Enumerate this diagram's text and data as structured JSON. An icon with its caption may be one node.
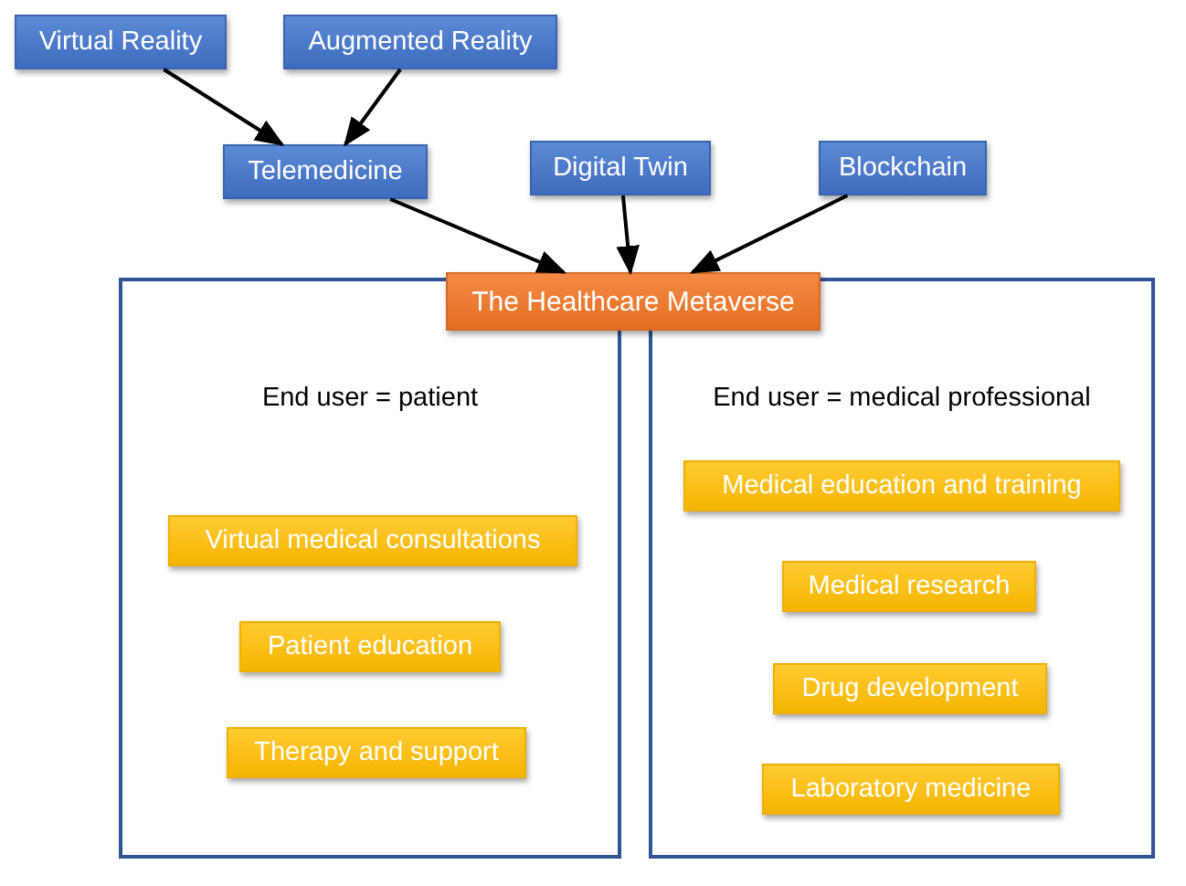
{
  "diagram": {
    "nodes": [
      {
        "text": [
          "Virtual Reality"
        ]
      },
      {
        "text": [
          "Augmented Reality"
        ]
      },
      {
        "text": [
          "Telemedicine"
        ]
      },
      {
        "text": [
          "Digital Twin"
        ]
      },
      {
        "text": [
          "Blockchain"
        ]
      },
      {
        "text": [
          "End user = patient"
        ]
      },
      {
        "text": [
          "End user = medical professional"
        ]
      },
      {
        "text": [
          "The Healthcare Metaverse"
        ]
      },
      {
        "text": [
          "Virtual medical consultations"
        ],
        "in": 5
      },
      {
        "text": [
          "Patient education"
        ],
        "in": 5
      },
      {
        "text": [
          "Therapy and support"
        ],
        "in": 5
      },
      {
        "text": [
          "Medical education and training"
        ],
        "in": 6
      },
      {
        "text": [
          "Medical research"
        ],
        "in": 6
      },
      {
        "text": [
          "Drug development"
        ],
        "in": 6
      },
      {
        "text": [
          "Laboratory medicine"
        ],
        "in": 6
      }
    ],
    "edges": [
      {
        "from": 0,
        "to": 2,
        "arrow": "to"
      },
      {
        "from": 1,
        "to": 2,
        "arrow": "to"
      },
      {
        "from": 2,
        "to": 7,
        "arrow": "to"
      },
      {
        "from": 3,
        "to": 7,
        "arrow": "to"
      },
      {
        "from": 4,
        "to": 7,
        "arrow": "to"
      }
    ]
  }
}
